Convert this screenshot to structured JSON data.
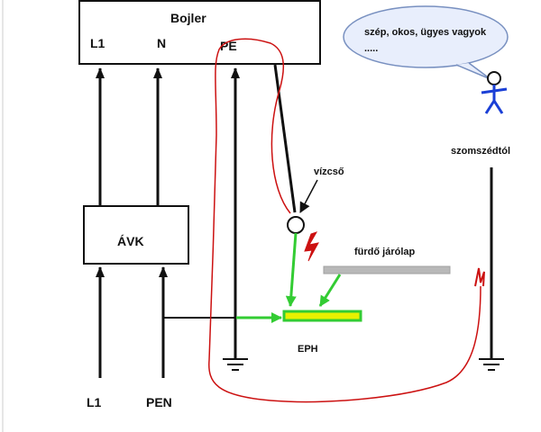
{
  "boiler": {
    "title": "Bojler",
    "terminals": {
      "l1": "L1",
      "n": "N",
      "pe": "PE"
    }
  },
  "rcd": {
    "label": "ÁVK"
  },
  "supply": {
    "l1": "L1",
    "pen": "PEN"
  },
  "water_pipe": {
    "label": "vízcső"
  },
  "bath_tray": {
    "label": "fürdő járólap"
  },
  "eph": {
    "label": "EPH"
  },
  "neighbor": {
    "label": "szomszédtól"
  },
  "speech": {
    "line1": "szép, okos, ügyes vagyok",
    "line2": "....."
  },
  "colors": {
    "wire": "#111111",
    "green": "#33cc33",
    "eph_fill": "#e8f000",
    "red": "#cc1111",
    "bubble": "#e8eefc",
    "figure": "#1a3fd6",
    "tray": "#b8b8b8"
  }
}
